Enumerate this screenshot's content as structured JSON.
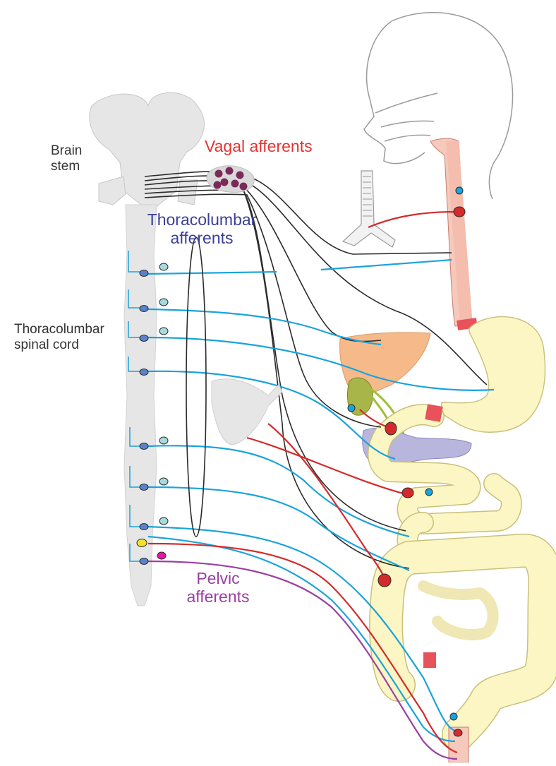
{
  "labels": {
    "brain_stem": [
      "Brain",
      "stem"
    ],
    "vagal": "Vagal afferents",
    "thoracolumbar_afferents": [
      "Thoracolumbar",
      "afferents"
    ],
    "thoracolumbar_cord": [
      "Thoracolumbar",
      "spinal cord"
    ],
    "pelvic": [
      "Pelvic",
      "afferents"
    ]
  },
  "colors": {
    "vagal": "#e53333",
    "thoracolumbar": "#3b3f98",
    "pelvic": "#9b3fa0",
    "spinal_nerve": "#1aa3dd",
    "vagal_fiber": "#2b2b2b",
    "sensory_neuron": "#d42a2a",
    "gut": "#fbf6c4",
    "esophagus": "#f6c9bd",
    "liver": "#f5b98a",
    "pancreas": "#b9b6dd",
    "cns_gray": "#e6e6e6"
  }
}
